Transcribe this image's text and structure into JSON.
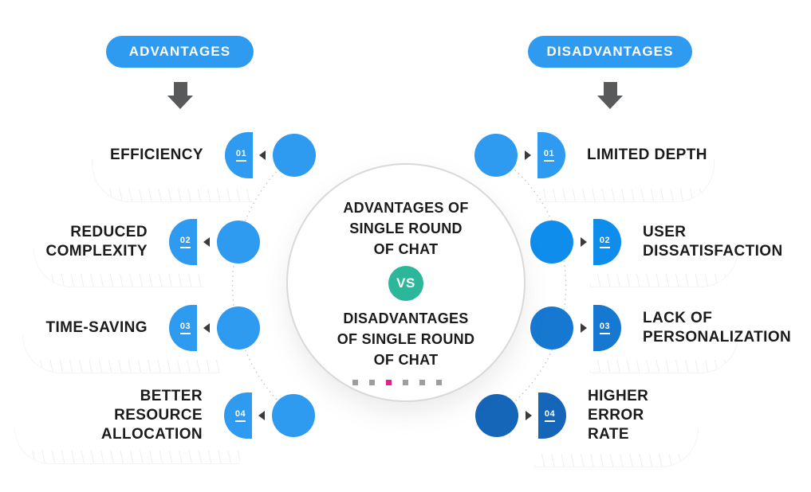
{
  "advantages": {
    "header": "ADVANTAGES",
    "items": [
      {
        "num": "01",
        "label": "EFFICIENCY"
      },
      {
        "num": "02",
        "label": "REDUCED\nCOMPLEXITY"
      },
      {
        "num": "03",
        "label": "TIME-SAVING"
      },
      {
        "num": "04",
        "label": "BETTER\nRESOURCE\nALLOCATION"
      }
    ]
  },
  "disadvantages": {
    "header": "DISADVANTAGES",
    "items": [
      {
        "num": "01",
        "label": "LIMITED DEPTH"
      },
      {
        "num": "02",
        "label": "USER\nDISSATISFACTION"
      },
      {
        "num": "03",
        "label": "LACK OF\nPERSONALIZATION"
      },
      {
        "num": "04",
        "label": "HIGHER\nERROR\nRATE"
      }
    ]
  },
  "center": {
    "top_text": "ADVANTAGES OF\nSINGLE ROUND\nOF CHAT",
    "vs_label": "VS",
    "bottom_text": "DISADVANTAGES\nOF SINGLE ROUND\nOF CHAT",
    "dots": {
      "total": 6,
      "active_index": 2
    }
  },
  "palette": {
    "pill_blue": "#2E9BF0",
    "left_circle_blue": "#2E9BF0",
    "right_circle_blues": [
      "#2E9BF0",
      "#0E8DEC",
      "#1778D2",
      "#1565B8"
    ],
    "vs_teal": "#2DB79A",
    "arrow_gray": "#58595B",
    "dot_gray": "#9E9E9E",
    "dot_accent": "#E0218A",
    "text_dark": "#1B1B1B"
  }
}
